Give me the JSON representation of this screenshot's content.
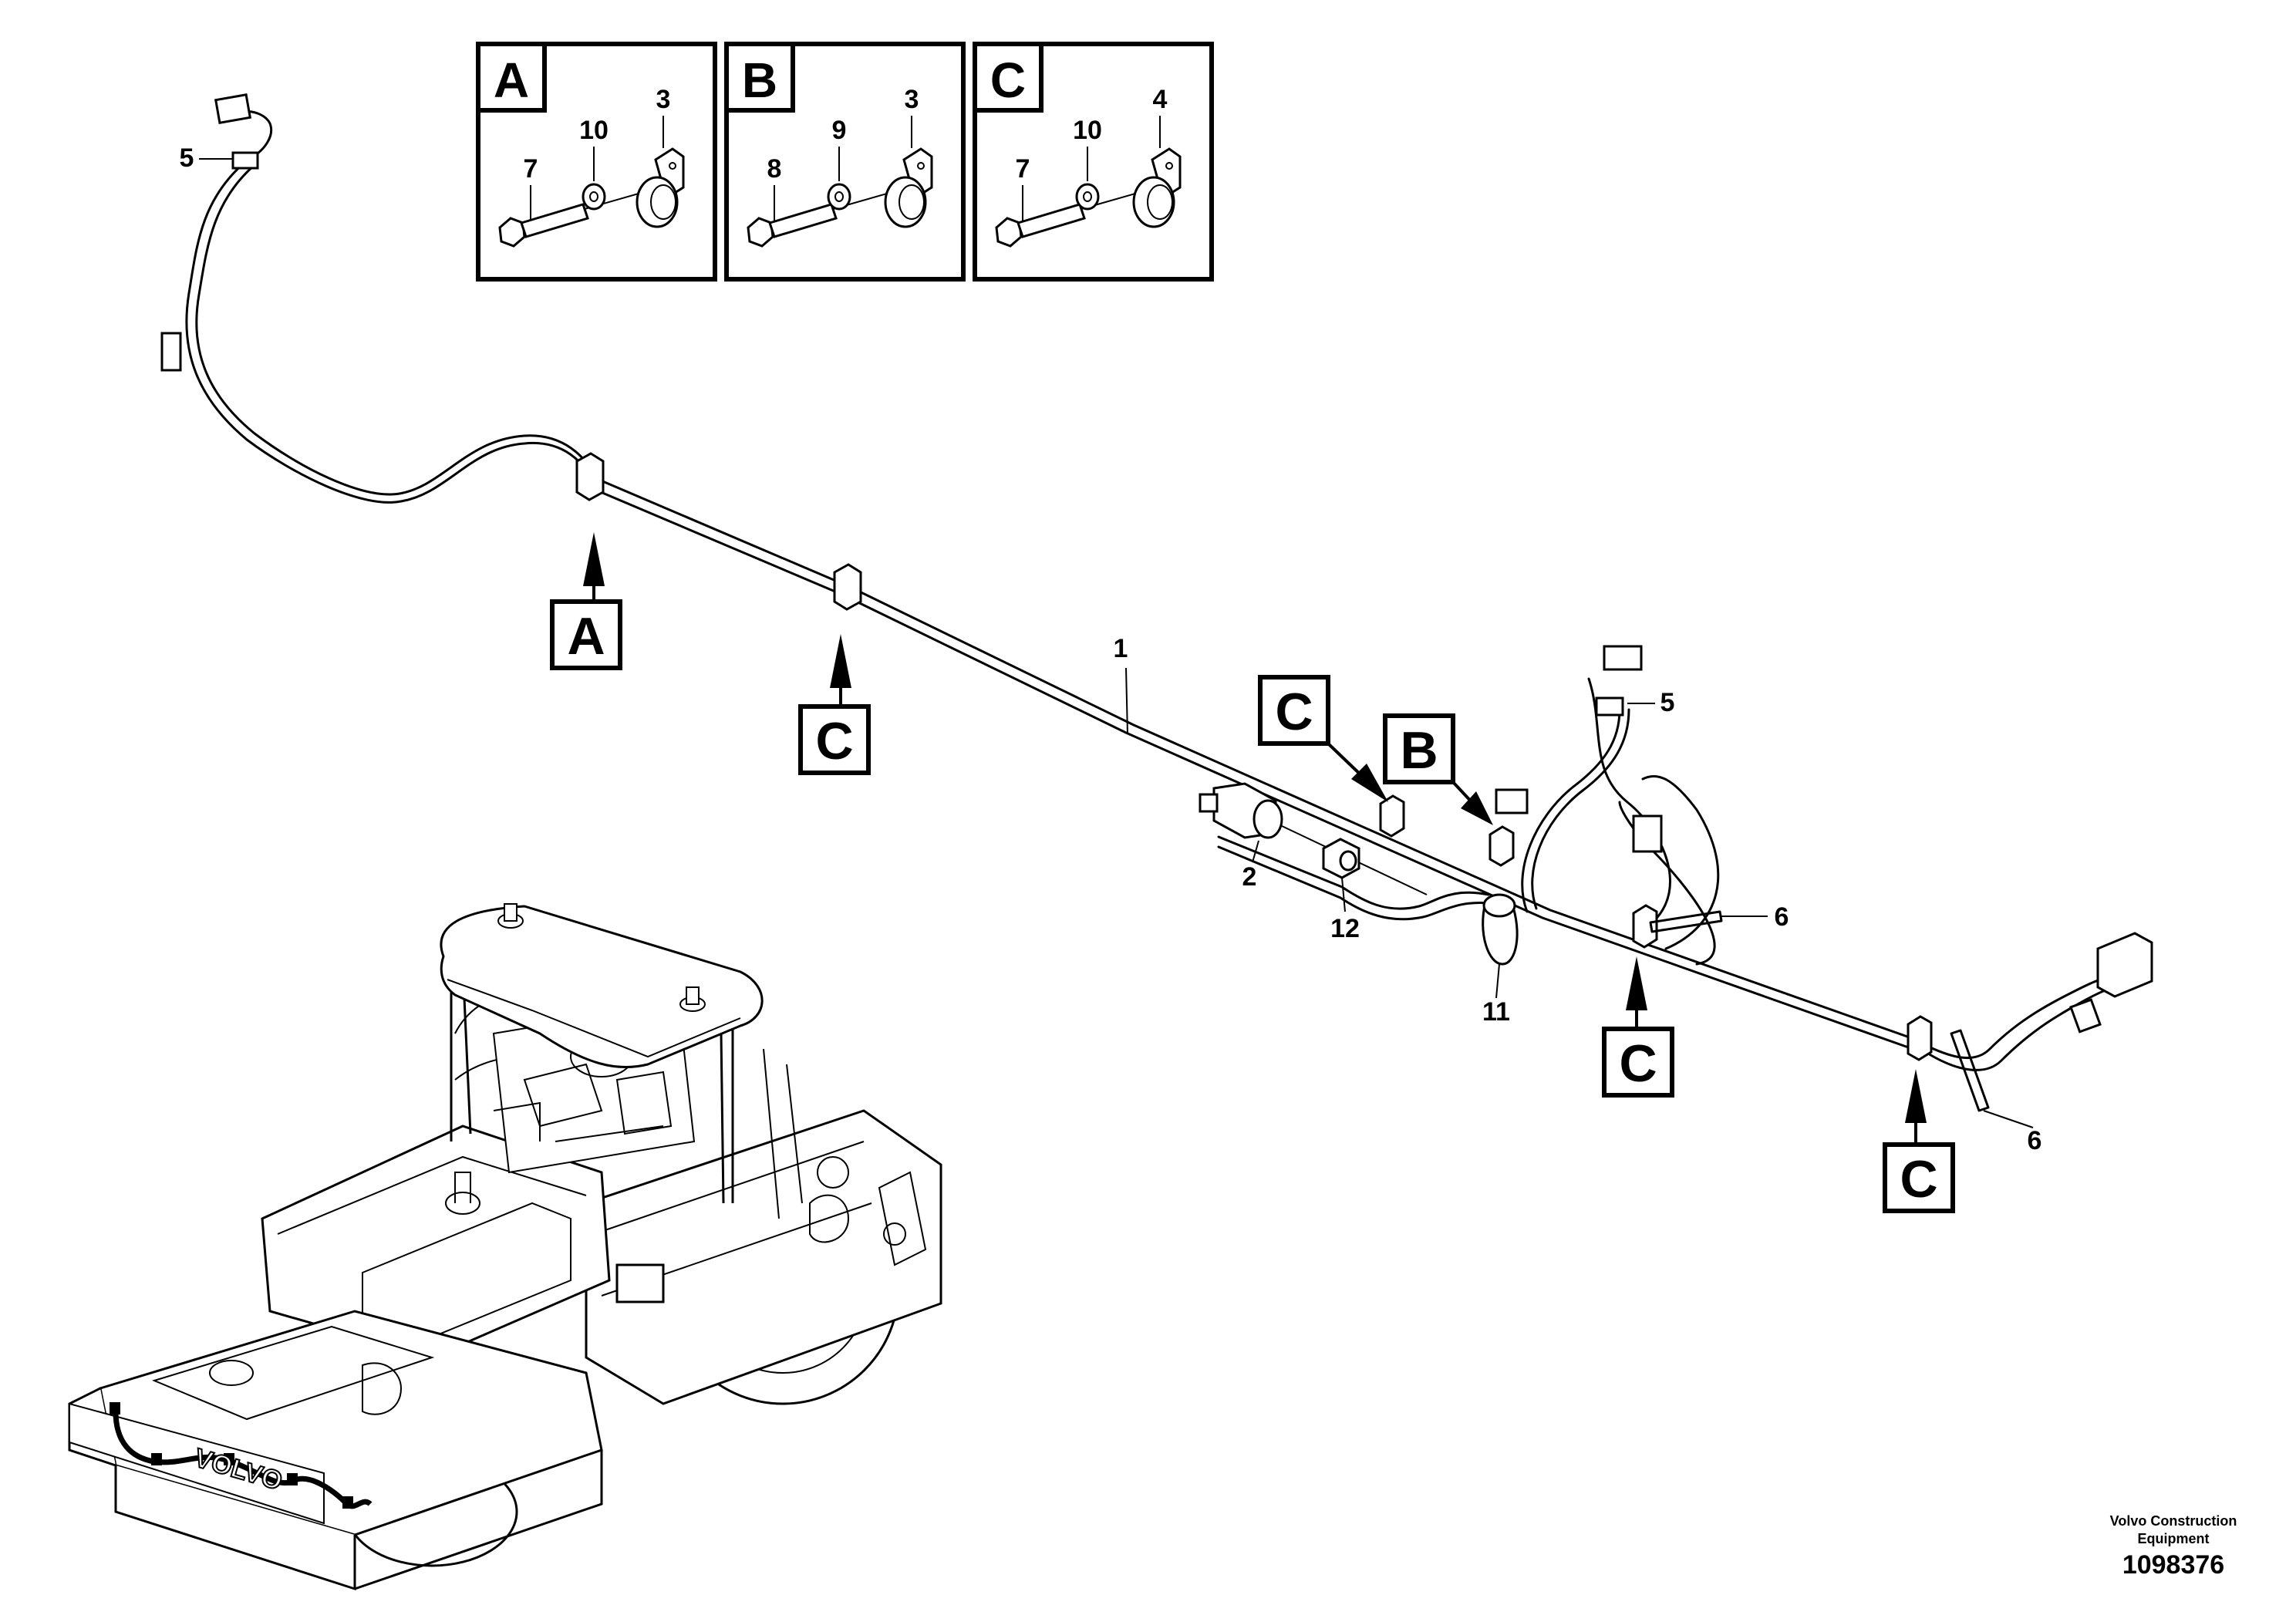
{
  "detail_boxes": [
    {
      "letter": "A",
      "bolt": "7",
      "washer": "10",
      "clip": "3"
    },
    {
      "letter": "B",
      "bolt": "8",
      "washer": "9",
      "clip": "3"
    },
    {
      "letter": "C",
      "bolt": "7",
      "washer": "10",
      "clip": "4"
    }
  ],
  "callouts": {
    "harness": "1",
    "sensor": "2",
    "connector_left": "5",
    "connector_right": "5",
    "tie_upper": "6",
    "tie_lower": "6",
    "clamp_11": "11",
    "nut_12": "12"
  },
  "location_markers": {
    "a": "A",
    "c_left": "C",
    "c_mid": "C",
    "b": "B",
    "c_center": "C",
    "c_right": "C"
  },
  "machine": {
    "brand": "VOLVO"
  },
  "footer": {
    "publisher_line1": "Volvo Construction",
    "publisher_line2": "Equipment",
    "figure_number": "1098376"
  }
}
